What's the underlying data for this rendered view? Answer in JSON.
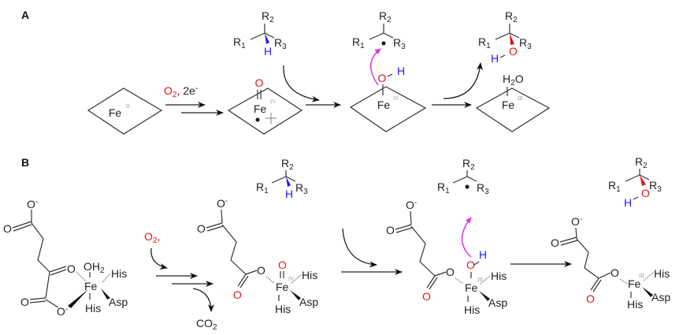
{
  "panel_labels": {
    "a": "A",
    "b": "B"
  },
  "atoms": {
    "Fe": "Fe",
    "O": "O",
    "H": "H",
    "R": "R",
    "n1": "1",
    "n2": "2",
    "n3": "3",
    "minus": "-",
    "His": "His",
    "Asp": "Asp",
    "H2O_H": "H",
    "H2O_O": "O",
    "OH2_OH": "OH",
    "CO2_C": "CO",
    "ox_ii": "II",
    "ox_iii": "III",
    "ox_iv": "IV"
  },
  "reagents": {
    "a_oxygen": "O",
    "a_oxygen_sub": "2",
    "a_electrons": ", 2e",
    "a_electrons_sup": "-",
    "b_oxygen": "O",
    "b_oxygen_sub": "2",
    "b_comma": ","
  },
  "colors": {
    "oxygen": "#e8141c",
    "hydrogen": "#1a1aff",
    "rebound_arrow": "#e633e6"
  }
}
